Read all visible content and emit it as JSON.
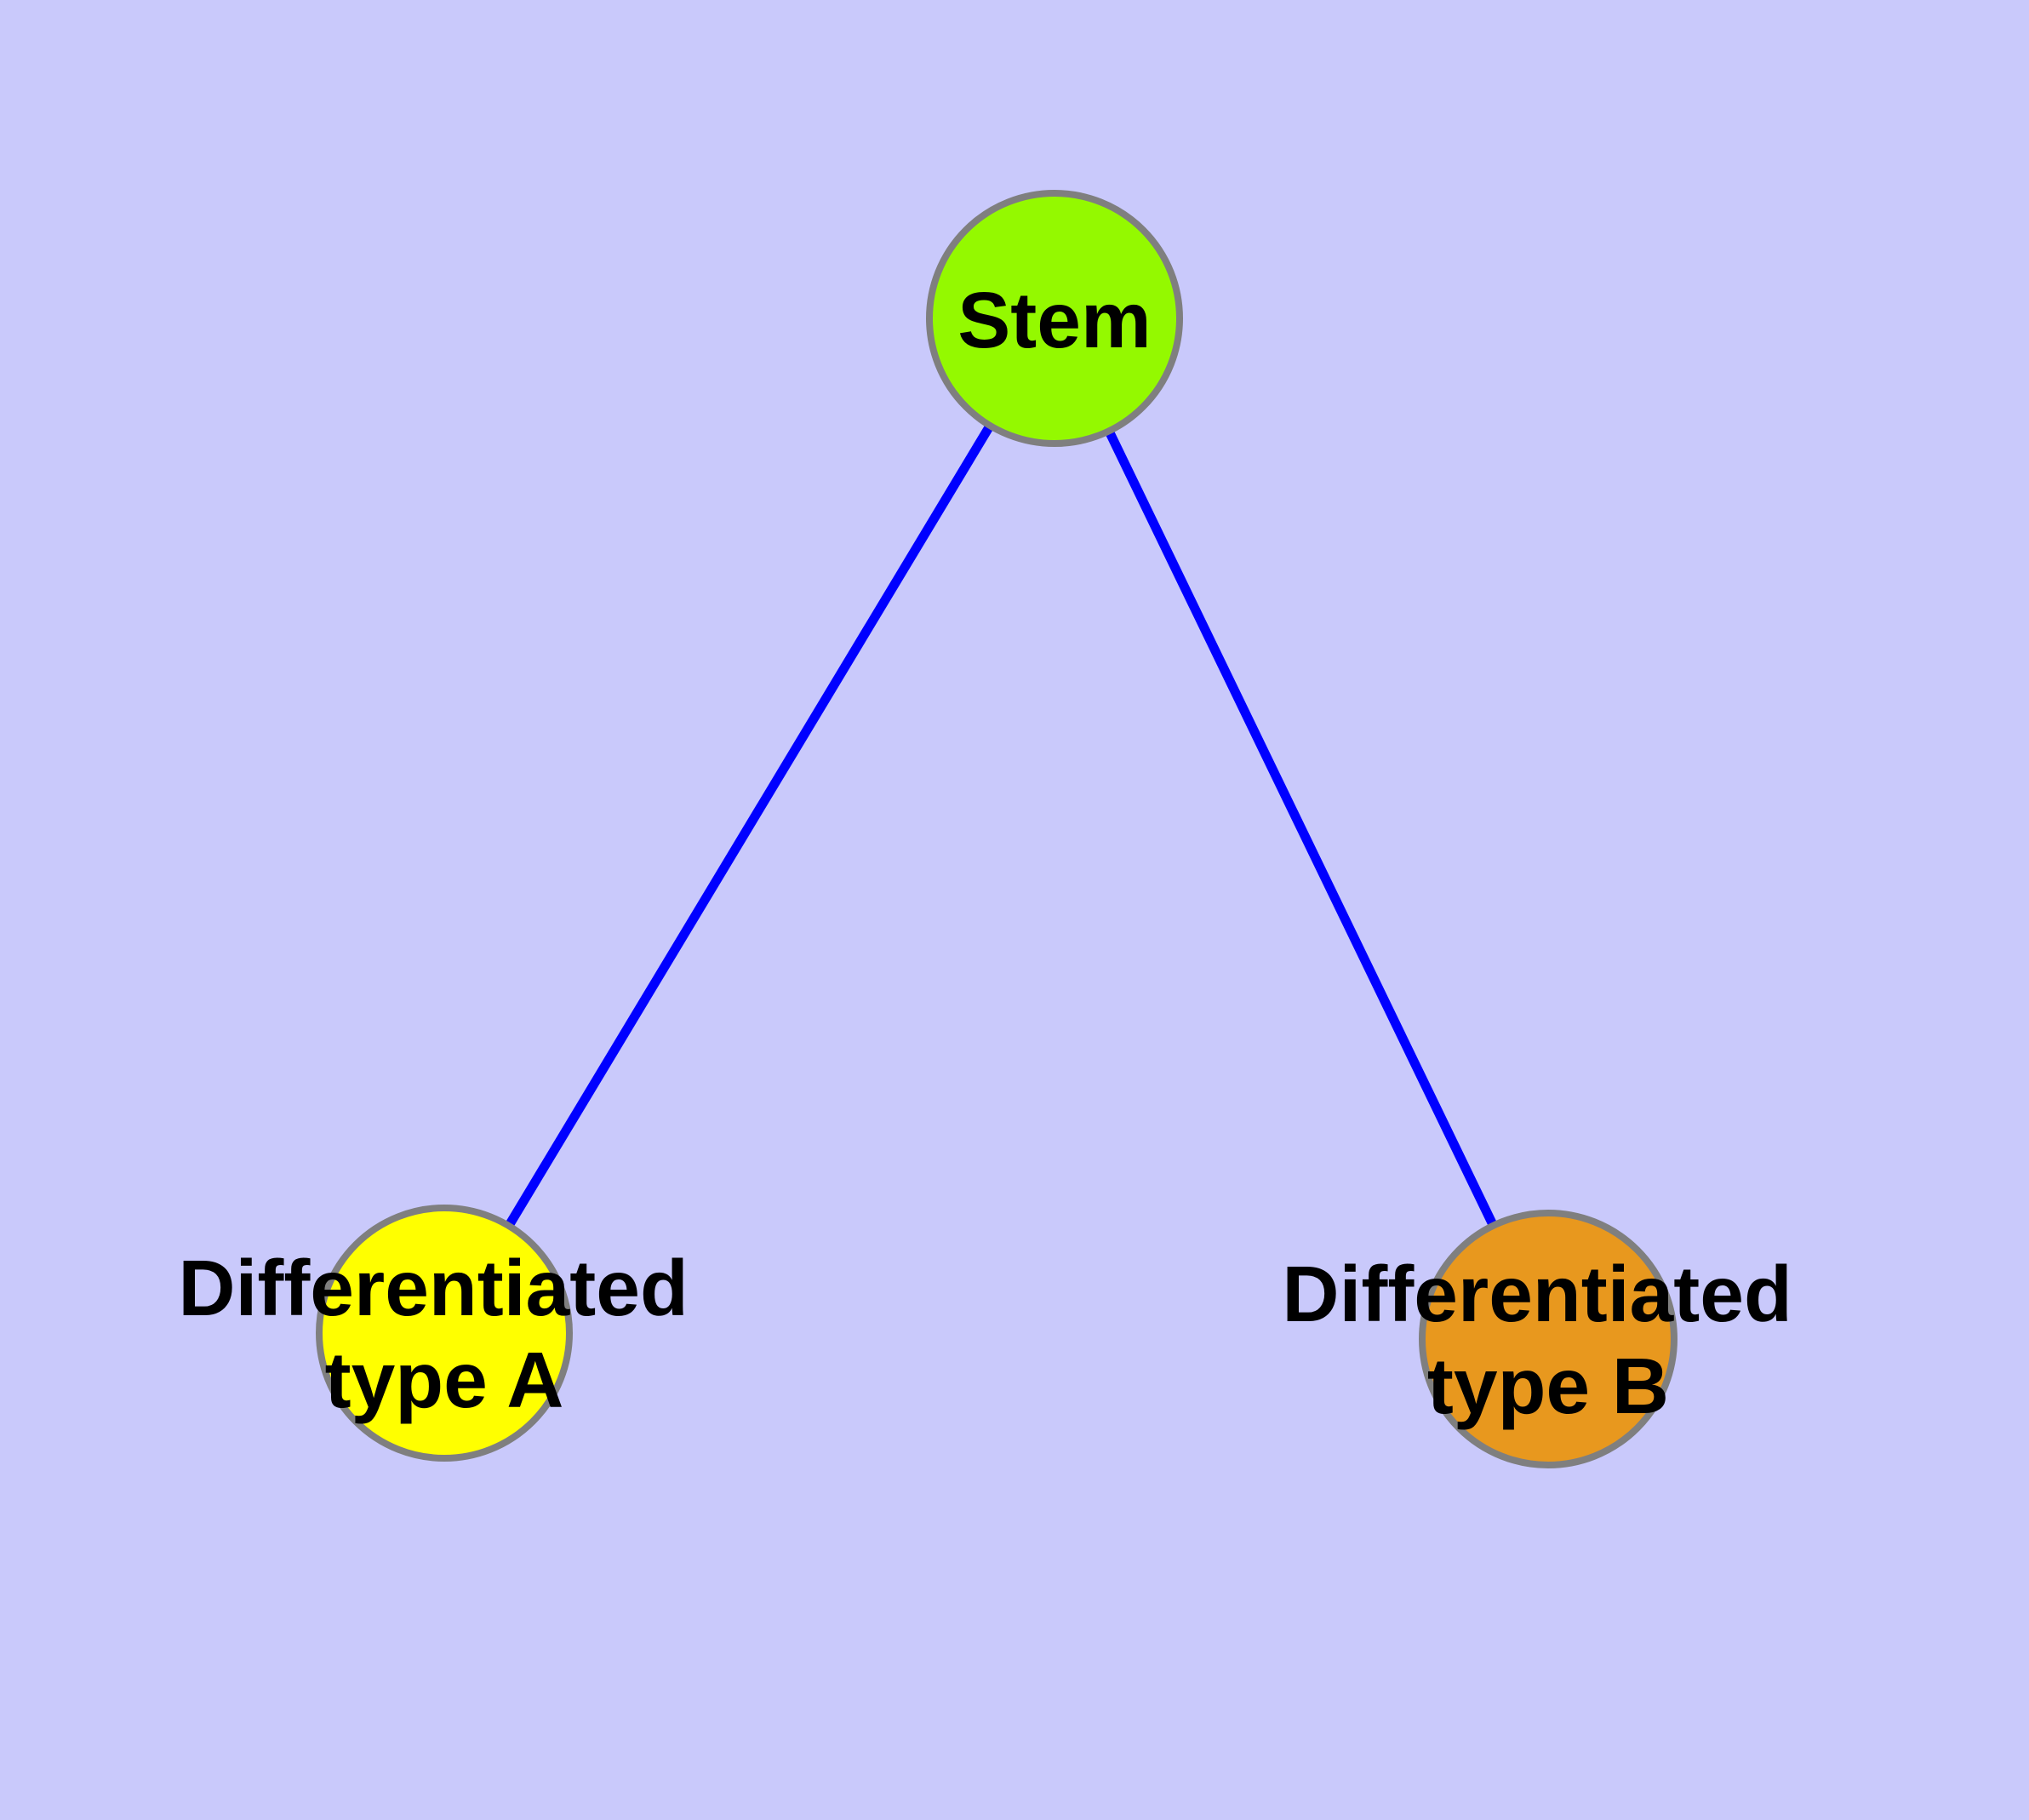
{
  "diagram": {
    "type": "graph",
    "colors": {
      "background": "#c9c9fb",
      "edge": "#0000ff",
      "node_border": "#7f7f7f",
      "label_text": "#000000",
      "stem_fill": "#94f900",
      "type_a_fill": "#ffff00",
      "type_b_fill": "#e8981e"
    },
    "nodes": {
      "stem": {
        "label": "Stem"
      },
      "type_a": {
        "label": "Differentiated type A",
        "label_lines": [
          "Differentiated",
          "type A"
        ]
      },
      "type_b": {
        "label": "Differentiated type B",
        "label_lines": [
          "Differentiated",
          "type B"
        ]
      }
    },
    "edges": [
      {
        "from": "Stem",
        "to": "Differentiated type A"
      },
      {
        "from": "Stem",
        "to": "Differentiated type B"
      }
    ]
  }
}
